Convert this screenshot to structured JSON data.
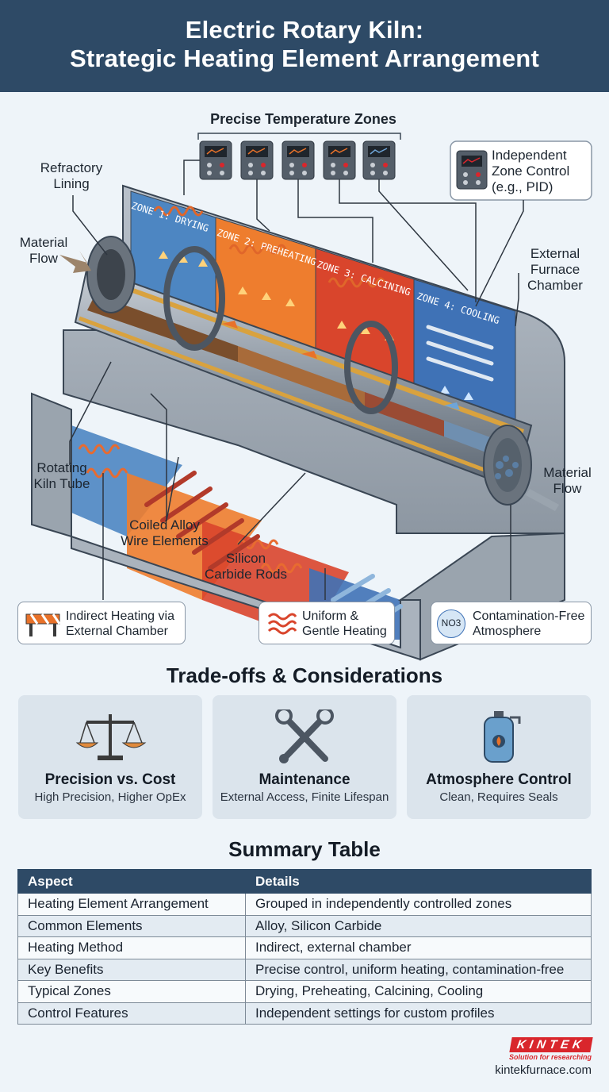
{
  "header": {
    "title_line1": "Electric Rotary Kiln:",
    "title_line2": "Strategic Heating Element Arrangement"
  },
  "diagram": {
    "zones_heading": "Precise Temperature Zones",
    "zones": [
      "ZONE 1: DRYING",
      "ZONE 2: PREHEATING",
      "ZONE 3: CALCINING",
      "ZONE 4: COOLING"
    ],
    "zone_colors": [
      "#4d86c2",
      "#ee7d2e",
      "#d9452c",
      "#3f72b6"
    ],
    "labels": {
      "refractory": [
        "Refractory",
        "Lining"
      ],
      "material_flow_in": [
        "Material",
        "Flow"
      ],
      "independent_control": [
        "Independent",
        "Zone Control",
        "(e.g., PID)"
      ],
      "external_furnace": [
        "External",
        "Furnace",
        "Chamber"
      ],
      "rotating_tube": [
        "Rotating",
        "Kiln Tube"
      ],
      "material_flow_out": [
        "Material",
        "Flow"
      ],
      "coiled_alloy": [
        "Coiled Alloy",
        "Wire Elements"
      ],
      "silicon_carbide": [
        "Silicon",
        "Carbide Rods"
      ]
    },
    "callouts": [
      {
        "line1": "Indirect Heating via",
        "line2": "External Chamber",
        "icon": "barrier-icon"
      },
      {
        "line1": "Uniform &",
        "line2": "Gentle Heating",
        "icon": "heat-waves-icon"
      },
      {
        "line1": "Contamination-Free",
        "line2": "Atmosphere",
        "icon": "no3-icon",
        "icon_text": "NO3"
      }
    ]
  },
  "tradeoffs": {
    "title": "Trade-offs & Considerations",
    "cards": [
      {
        "title": "Precision vs. Cost",
        "subtitle": "High Precision, Higher OpEx",
        "icon": "balance-scale-icon"
      },
      {
        "title": "Maintenance",
        "subtitle": "External Access, Finite Lifespan",
        "icon": "wrench-icon"
      },
      {
        "title": "Atmosphere Control",
        "subtitle": "Clean, Requires Seals",
        "icon": "gas-cylinder-icon"
      }
    ]
  },
  "summary": {
    "title": "Summary Table",
    "headers": [
      "Aspect",
      "Details"
    ],
    "rows": [
      [
        "Heating Element Arrangement",
        "Grouped in independently controlled zones"
      ],
      [
        "Common Elements",
        "Alloy, Silicon Carbide"
      ],
      [
        "Heating Method",
        "Indirect, external chamber"
      ],
      [
        "Key Benefits",
        "Precise control, uniform heating, contamination-free"
      ],
      [
        "Typical Zones",
        "Drying, Preheating, Calcining, Cooling"
      ],
      [
        "Control Features",
        "Independent settings for custom profiles"
      ]
    ]
  },
  "brand": {
    "logo": "KINTEK",
    "tagline": "Solution for researching",
    "url": "kintekfurnace.com"
  }
}
